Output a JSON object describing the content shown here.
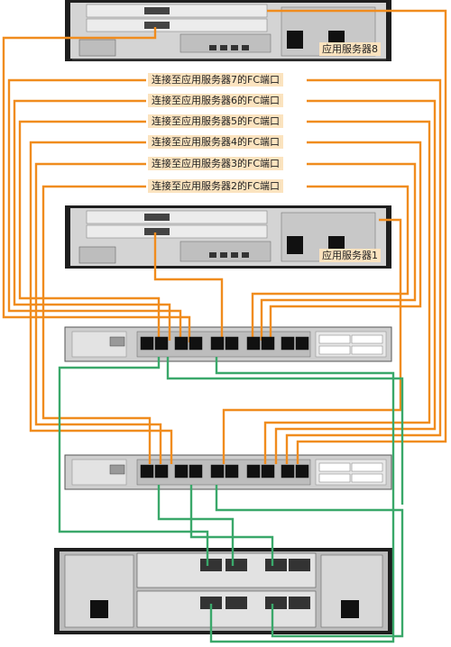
{
  "servers": {
    "top_label": "应用服务器8",
    "bottom_label": "应用服务器1"
  },
  "connection_labels": [
    "连接至应用服务器7的FC端口",
    "连接至应用服务器6的FC端口",
    "连接至应用服务器5的FC端口",
    "连接至应用服务器4的FC端口",
    "连接至应用服务器3的FC端口",
    "连接至应用服务器2的FC端口"
  ],
  "colors": {
    "fc_cable": "#f08c1e",
    "storage_cable": "#3aa86a",
    "label_bg": "#fbe3bf",
    "chassis": "#d9d9d9",
    "chassis_dark": "#2b2b2b"
  }
}
